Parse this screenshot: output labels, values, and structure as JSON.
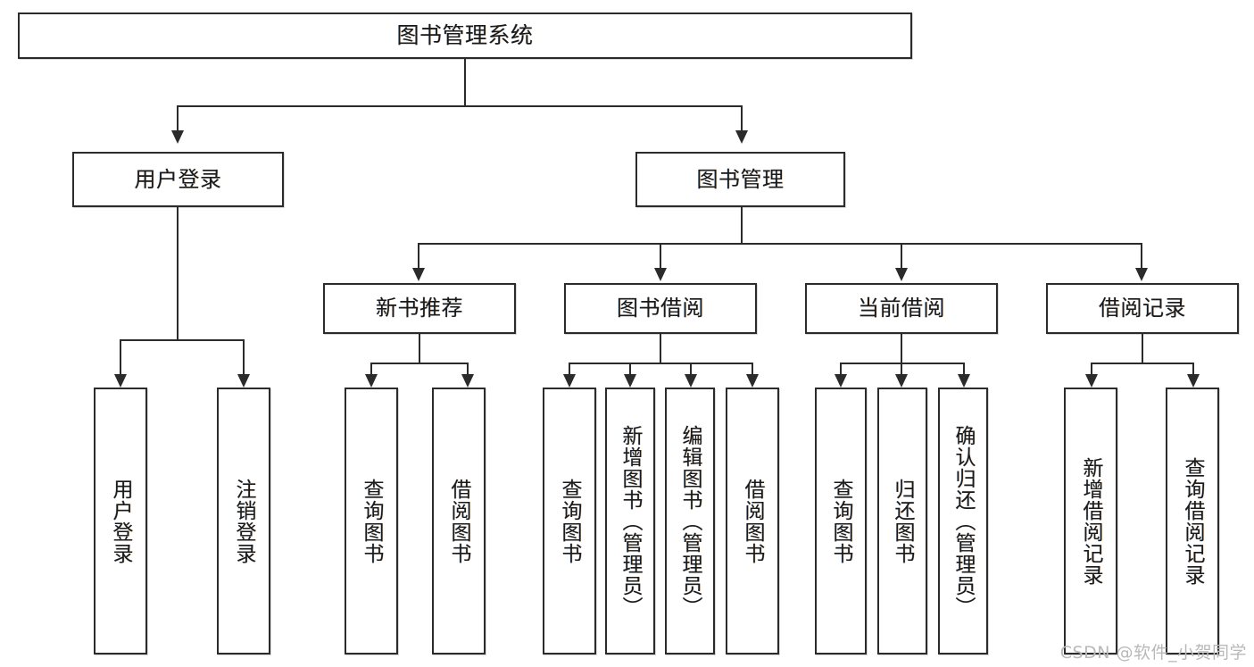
{
  "diagram": {
    "type": "tree-hierarchy",
    "title": "图书管理系统",
    "watermark": "CSDN @软件_小贺同学",
    "colors": {
      "stroke": "#2b2b2b",
      "fill": "#ffffff",
      "text": "#1a1a1a",
      "watermark": "#b9b9b9"
    },
    "levels": {
      "root": "图书管理系统",
      "level2": [
        "用户登录",
        "图书管理"
      ],
      "level3": [
        "新书推荐",
        "图书借阅",
        "当前借阅",
        "借阅记录"
      ]
    },
    "nodes": {
      "root": {
        "label": "图书管理系统"
      },
      "user_login": {
        "label": "用户登录"
      },
      "book_manage": {
        "label": "图书管理"
      },
      "new_book_rec": {
        "label": "新书推荐"
      },
      "book_borrow": {
        "label": "图书借阅"
      },
      "current_borrow": {
        "label": "当前借阅"
      },
      "borrow_record": {
        "label": "借阅记录"
      },
      "leaf_user_login": {
        "label": "用户登录"
      },
      "leaf_user_logout": {
        "label": "注销登录"
      },
      "leaf_query_book_1": {
        "label": "查询图书"
      },
      "leaf_borrow_book_1": {
        "label": "借阅图书"
      },
      "leaf_query_book_2": {
        "label": "查询图书"
      },
      "leaf_add_book": {
        "label": "新增图书（管理员）"
      },
      "leaf_edit_book": {
        "label": "编辑图书（管理员）"
      },
      "leaf_borrow_book_2": {
        "label": "借阅图书"
      },
      "leaf_query_book_3": {
        "label": "查询图书"
      },
      "leaf_return_book": {
        "label": "归还图书"
      },
      "leaf_confirm_return": {
        "label": "确认归还（管理员）"
      },
      "leaf_add_record": {
        "label": "新增借阅记录"
      },
      "leaf_query_record": {
        "label": "查询借阅记录"
      }
    }
  }
}
